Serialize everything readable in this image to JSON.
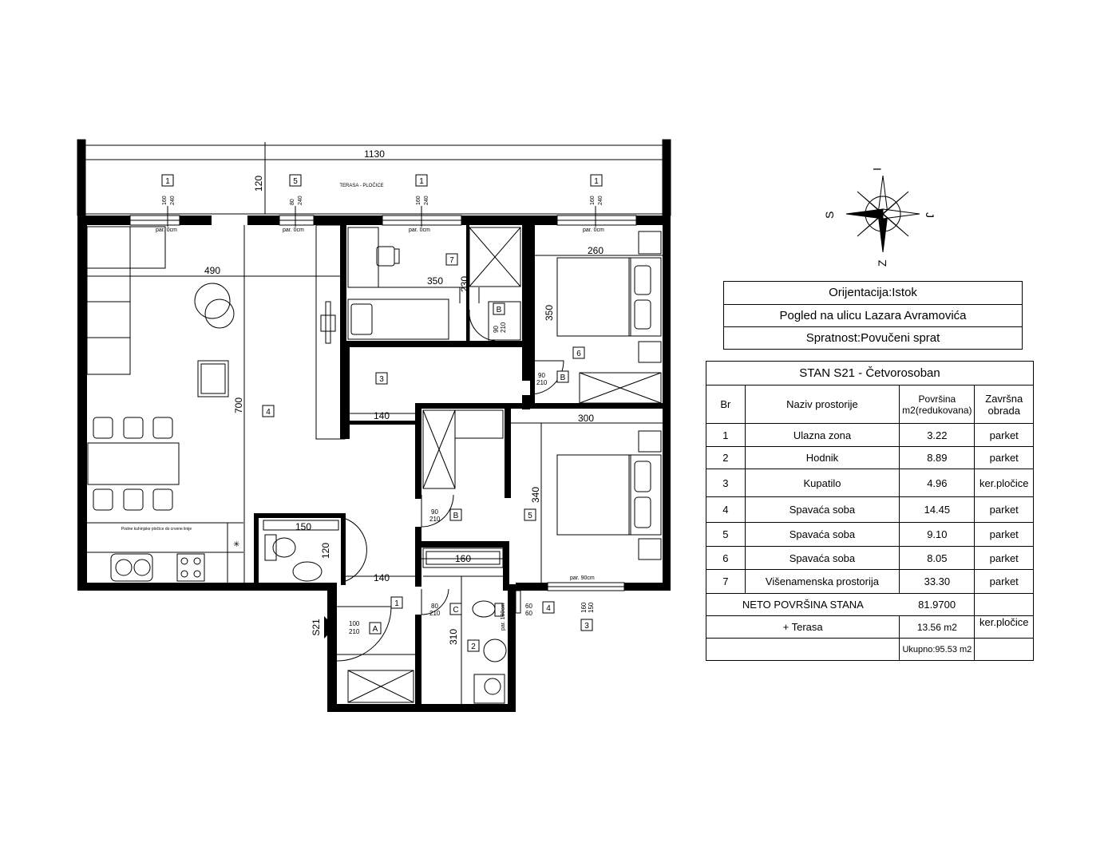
{
  "plan": {
    "overall_dim": "1130",
    "terrace_depth": "120",
    "terrace_label": "TERASA - PLOČICE",
    "window_tags": [
      "1",
      "5",
      "1",
      "1"
    ],
    "window_dims": [
      [
        "160",
        "240"
      ],
      [
        "80",
        "240"
      ],
      [
        "160",
        "240"
      ],
      [
        "160",
        "240"
      ]
    ],
    "sill_labels": [
      "par. 0cm",
      "par. 0cm",
      "par. 0cm",
      "par. 0cm",
      "par. 90cm"
    ],
    "room_tags": [
      "1",
      "2",
      "3",
      "4",
      "5",
      "6",
      "7"
    ],
    "dims": {
      "d490": "490",
      "d700": "700",
      "d350a": "350",
      "d230": "230",
      "d350b": "350",
      "d260": "260",
      "d140a": "140",
      "d300": "300",
      "d340": "340",
      "d150": "150",
      "d120": "120",
      "d140b": "140",
      "d160": "160",
      "d310": "310"
    },
    "doors": {
      "A": {
        "tag": "A",
        "w": "100",
        "h": "210"
      },
      "B1": {
        "tag": "B",
        "w": "90",
        "h": "210"
      },
      "B2": {
        "tag": "B",
        "w": "90",
        "h": "210"
      },
      "B3": {
        "tag": "B",
        "w": "90",
        "h": "210"
      },
      "C": {
        "tag": "C",
        "w": "80",
        "h": "210"
      }
    },
    "win4": {
      "tag": "4",
      "w": "60",
      "h": "60"
    },
    "win3": {
      "tag": "3",
      "w": "160",
      "h": "150"
    },
    "sill_180": "par. 180cm",
    "entry_label": "S21",
    "kitchen_note": "Podne kuhinjske pločice do crvene linije"
  },
  "compass": {
    "n": "I",
    "s": "Z",
    "w": "S",
    "e": "J"
  },
  "info": {
    "orientation": "Orijentacija:Istok",
    "view": "Pogled na ulicu Lazara Avramovića",
    "floor": "Spratnost:Povučeni sprat"
  },
  "table": {
    "title": "STAN S21 - Četvorosoban",
    "headers": [
      "Br",
      "Naziv prostorije",
      "Površina m2(redukovana)",
      "Završna obrada"
    ],
    "rows": [
      [
        "1",
        "Ulazna zona",
        "3.22",
        "parket"
      ],
      [
        "2",
        "Hodnik",
        "8.89",
        "parket"
      ],
      [
        "3",
        "Kupatilo",
        "4.96",
        "ker.pločice"
      ],
      [
        "4",
        "Spavaća soba",
        "14.45",
        "parket"
      ],
      [
        "5",
        "Spavaća soba",
        "9.10",
        "parket"
      ],
      [
        "6",
        "Spavaća soba",
        "8.05",
        "parket"
      ],
      [
        "7",
        "Višenamenska prostorija",
        "33.30",
        "parket"
      ]
    ],
    "net_label": "NETO POVRŠINA STANA",
    "net_value": "81.9700",
    "terrace_label": "+ Terasa",
    "terrace_value": "13.56 m2",
    "terrace_finish": "ker.pločice",
    "total": "Ukupno:95.53 m2"
  }
}
